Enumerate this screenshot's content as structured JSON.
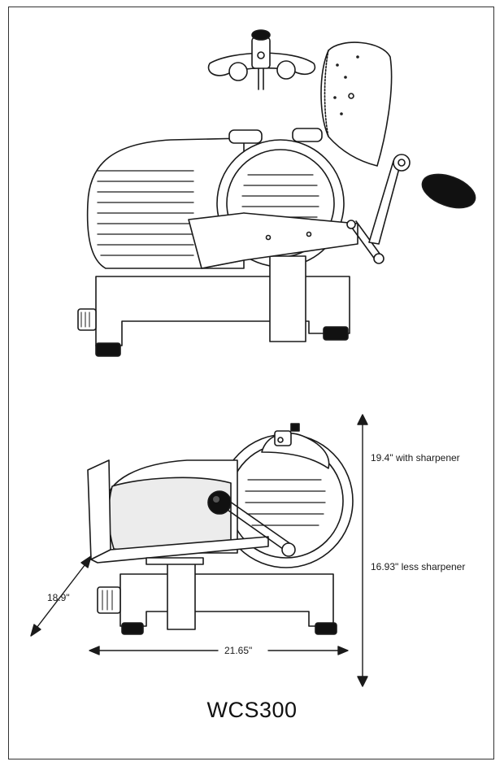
{
  "model_name": "WCS300",
  "dimensions": {
    "height_with_sharpener": "19.4\" with sharpener",
    "height_less_sharpener": "16.93\" less sharpener",
    "depth": "18.9\"",
    "width": "21.65\""
  },
  "colors": {
    "line": "#1a1a1a",
    "background": "#ffffff",
    "fill_light": "#ececec",
    "fill_dark": "#111111"
  }
}
